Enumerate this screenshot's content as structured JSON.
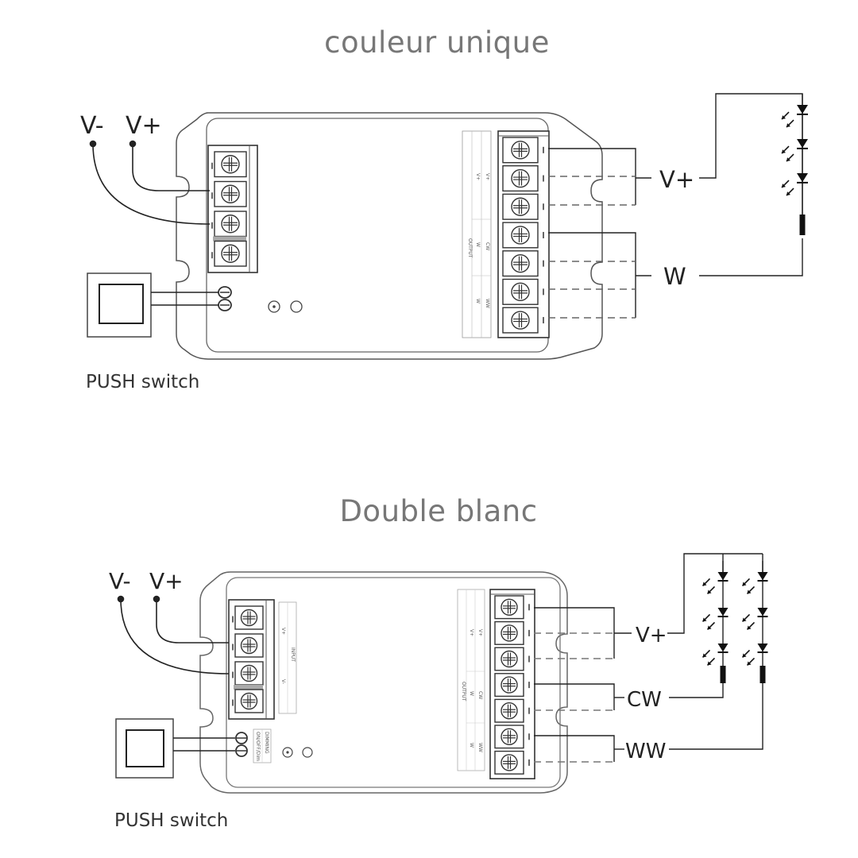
{
  "diagrams": [
    {
      "title": "couleur unique",
      "input_labels": {
        "v_minus": "V-",
        "v_plus": "V+"
      },
      "switch_label": "PUSH switch",
      "output_labels": [
        "V+",
        "W"
      ],
      "terminal_strip_labels": {
        "header": "OUTPUT",
        "col1": [
          "V+",
          "W",
          "W"
        ],
        "col2": [
          "V+",
          "CW",
          "WW"
        ]
      },
      "input_terminal_count": 4,
      "output_terminal_count": 7,
      "led_strings": 1,
      "leds_per_string": 3
    },
    {
      "title": "Double blanc",
      "input_labels": {
        "v_minus": "V-",
        "v_plus": "V+"
      },
      "switch_label": "PUSH switch",
      "output_labels": [
        "V+",
        "CW",
        "WW"
      ],
      "input_strip_labels": {
        "header": "INPUT",
        "items": [
          "V+",
          "V-"
        ]
      },
      "dimming_labels": [
        "DIMMING",
        "ON/OFF/Dim"
      ],
      "terminal_strip_labels": {
        "header": "OUTPUT",
        "col1": [
          "V+",
          "W",
          "W"
        ],
        "col2": [
          "V+",
          "CW",
          "WW"
        ]
      },
      "input_terminal_count": 4,
      "output_terminal_count": 7,
      "led_strings": 2,
      "leds_per_string": 3
    }
  ]
}
